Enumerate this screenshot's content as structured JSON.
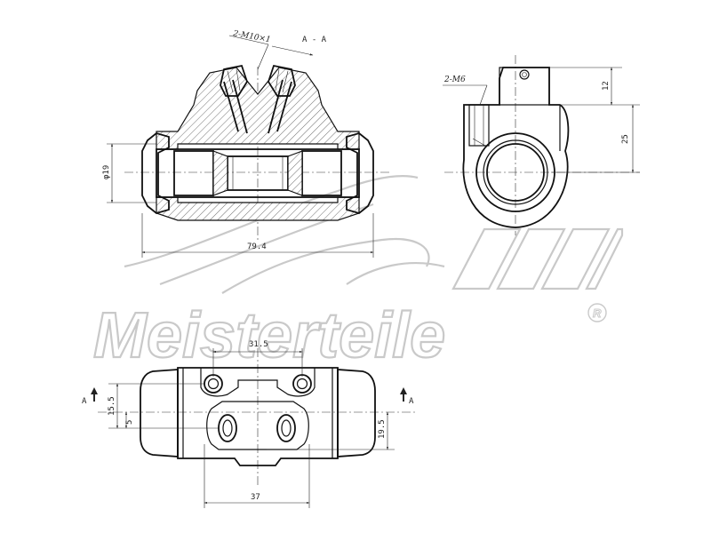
{
  "watermark": {
    "brand": "Meisterteile",
    "registered": "R"
  },
  "section_view": {
    "thread_note": "2-M10×1",
    "section_label": "A - A",
    "bore_diameter": "φ19",
    "overall_length": "79.4"
  },
  "side_view": {
    "thread_note": "2-M6",
    "dim_top": "12",
    "dim_height": "25"
  },
  "top_view": {
    "hole_spacing": "31.5",
    "dim_left_outer": "15.5",
    "dim_left_inner": "5",
    "dim_right": "19.5",
    "mount_spacing": "37",
    "cut_marker_left": "A",
    "cut_marker_right": "A"
  }
}
